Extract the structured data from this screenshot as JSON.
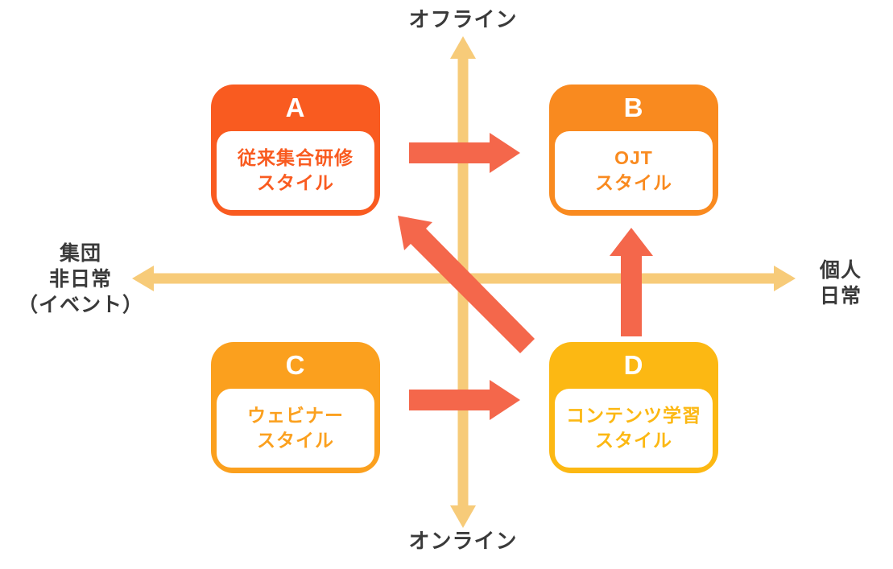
{
  "title": "learning-style-quadrant-matrix",
  "colors": {
    "axis": "#F7CB79",
    "arrow": "#F4674B",
    "card_a": "#F95B20",
    "card_b": "#F98A1F",
    "card_c": "#FBA01E",
    "card_d": "#FCB813",
    "axis_label_text": "#3A3A3A",
    "card_body_bg": "#FFFFFF"
  },
  "axes": {
    "vertical_top_label": "オフライン",
    "vertical_bottom_label": "オンライン",
    "horizontal_left_label_lines": [
      "集団",
      "非日常",
      "（イベント）"
    ],
    "horizontal_right_label_lines": [
      "個人",
      "日常"
    ]
  },
  "cards": {
    "a": {
      "letter": "A",
      "line1": "従来集合研修",
      "line2": "スタイル"
    },
    "b": {
      "letter": "B",
      "line1": "OJT",
      "line2": "スタイル"
    },
    "c": {
      "letter": "C",
      "line1": "ウェビナー",
      "line2": "スタイル"
    },
    "d": {
      "letter": "D",
      "line1": "コンテンツ学習",
      "line2": "スタイル"
    }
  },
  "arrows": [
    {
      "from": "A",
      "to": "B",
      "direction": "right"
    },
    {
      "from": "C",
      "to": "D",
      "direction": "right"
    },
    {
      "from": "D",
      "to": "B",
      "direction": "up"
    },
    {
      "from": "D",
      "to": "A",
      "direction": "up-left-diagonal"
    }
  ]
}
